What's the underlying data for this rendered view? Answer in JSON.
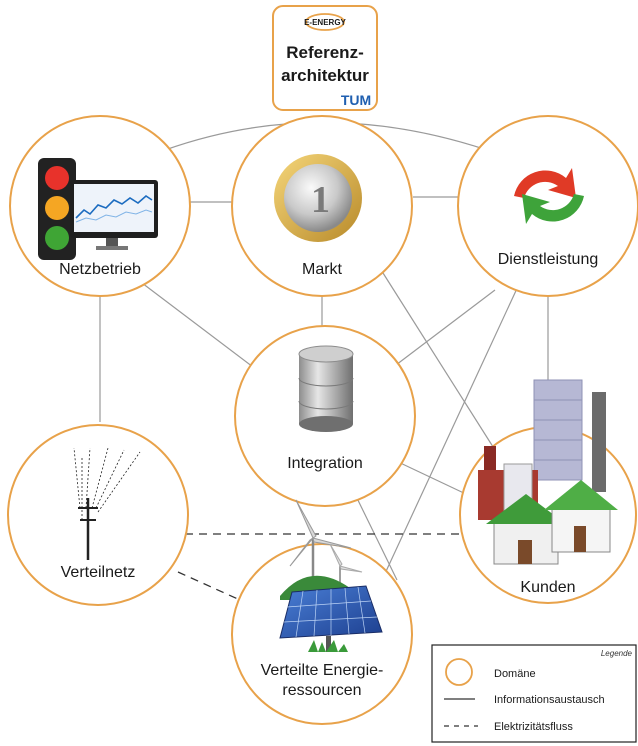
{
  "title_box": {
    "logo": "E-ENERGY",
    "line1": "Referenz-",
    "line2": "architektur",
    "tum": "TUM"
  },
  "domains": {
    "netzbetrieb": "Netzbetrieb",
    "markt": "Markt",
    "dienstleistung": "Dienstleistung",
    "integration": "Integration",
    "verteilnetz": "Verteilnetz",
    "kunden": "Kunden",
    "ressourcen_line1": "Verteilte Energie-",
    "ressourcen_line2": "ressourcen"
  },
  "legend": {
    "title": "Legende",
    "domain": "Domäne",
    "info": "Informationsaustausch",
    "power": "Elektrizitätsfluss"
  },
  "colors": {
    "circle_border": "#e8a24a",
    "line": "#9a9a9a",
    "dashed": "#333333"
  }
}
